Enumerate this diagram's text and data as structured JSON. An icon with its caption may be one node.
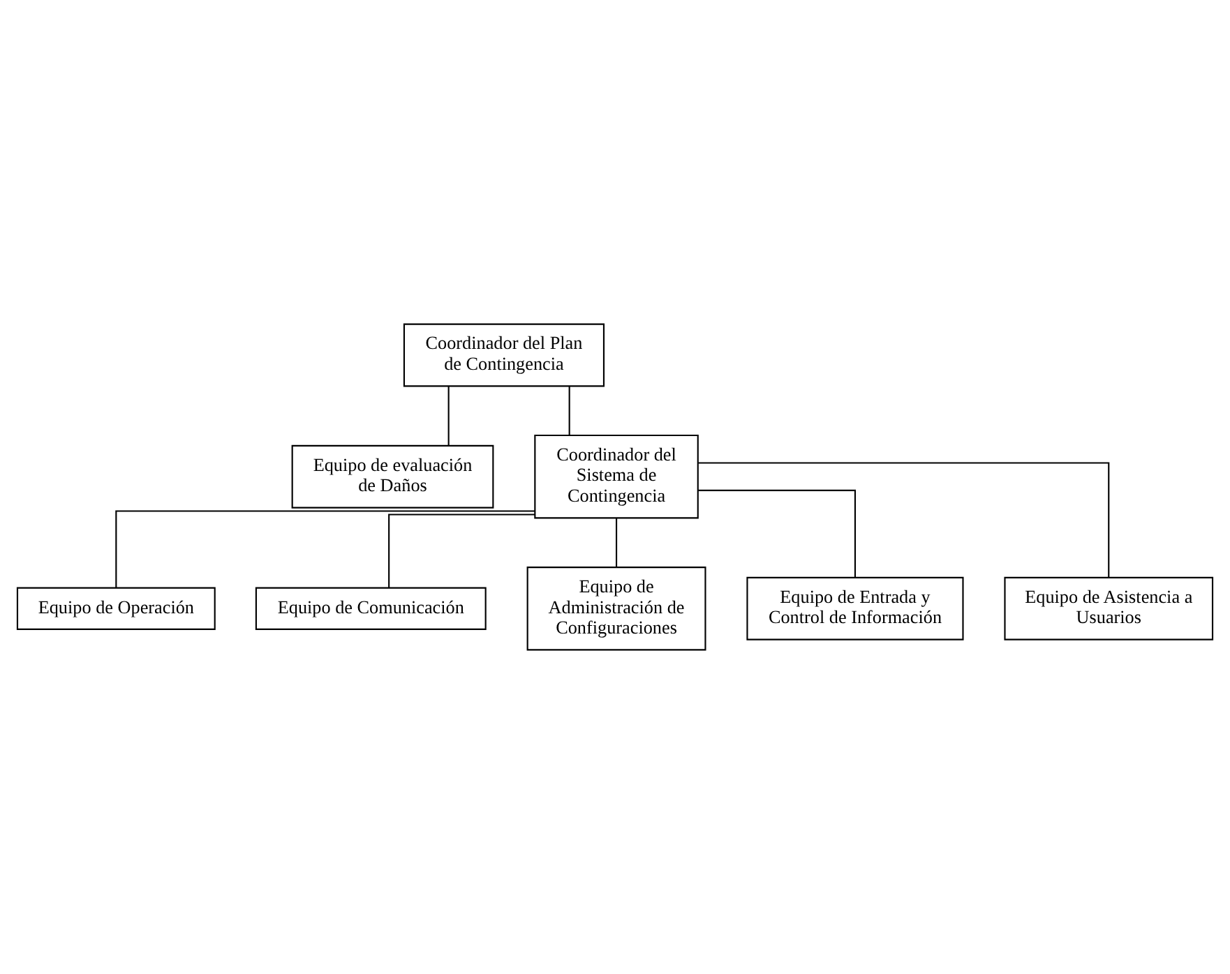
{
  "diagram": {
    "nodes": [
      {
        "text": [
          "Coordinador del Plan de Contingencia"
        ]
      },
      {
        "text": [
          "Equipo de evaluación de Daños"
        ]
      },
      {
        "text": [
          "Coordinador del Sistema de Contingencia"
        ]
      },
      {
        "text": [
          "Equipo de Operación"
        ]
      },
      {
        "text": [
          "Equipo de Comunicación"
        ]
      },
      {
        "text": [
          "Equipo de Administración de Configuraciones"
        ]
      },
      {
        "text": [
          "Equipo de Entrada y Control de Información"
        ]
      },
      {
        "text": [
          "Equipo de Asistencia a Usuarios"
        ]
      }
    ],
    "edges": [
      {
        "from": 0,
        "to": 1,
        "arrow": "none"
      },
      {
        "from": 0,
        "to": 2,
        "arrow": "none"
      },
      {
        "from": 2,
        "to": 3,
        "arrow": "none"
      },
      {
        "from": 2,
        "to": 4,
        "arrow": "none"
      },
      {
        "from": 2,
        "to": 5,
        "arrow": "none"
      },
      {
        "from": 2,
        "to": 6,
        "arrow": "none"
      },
      {
        "from": 2,
        "to": 7,
        "arrow": "none"
      }
    ]
  }
}
